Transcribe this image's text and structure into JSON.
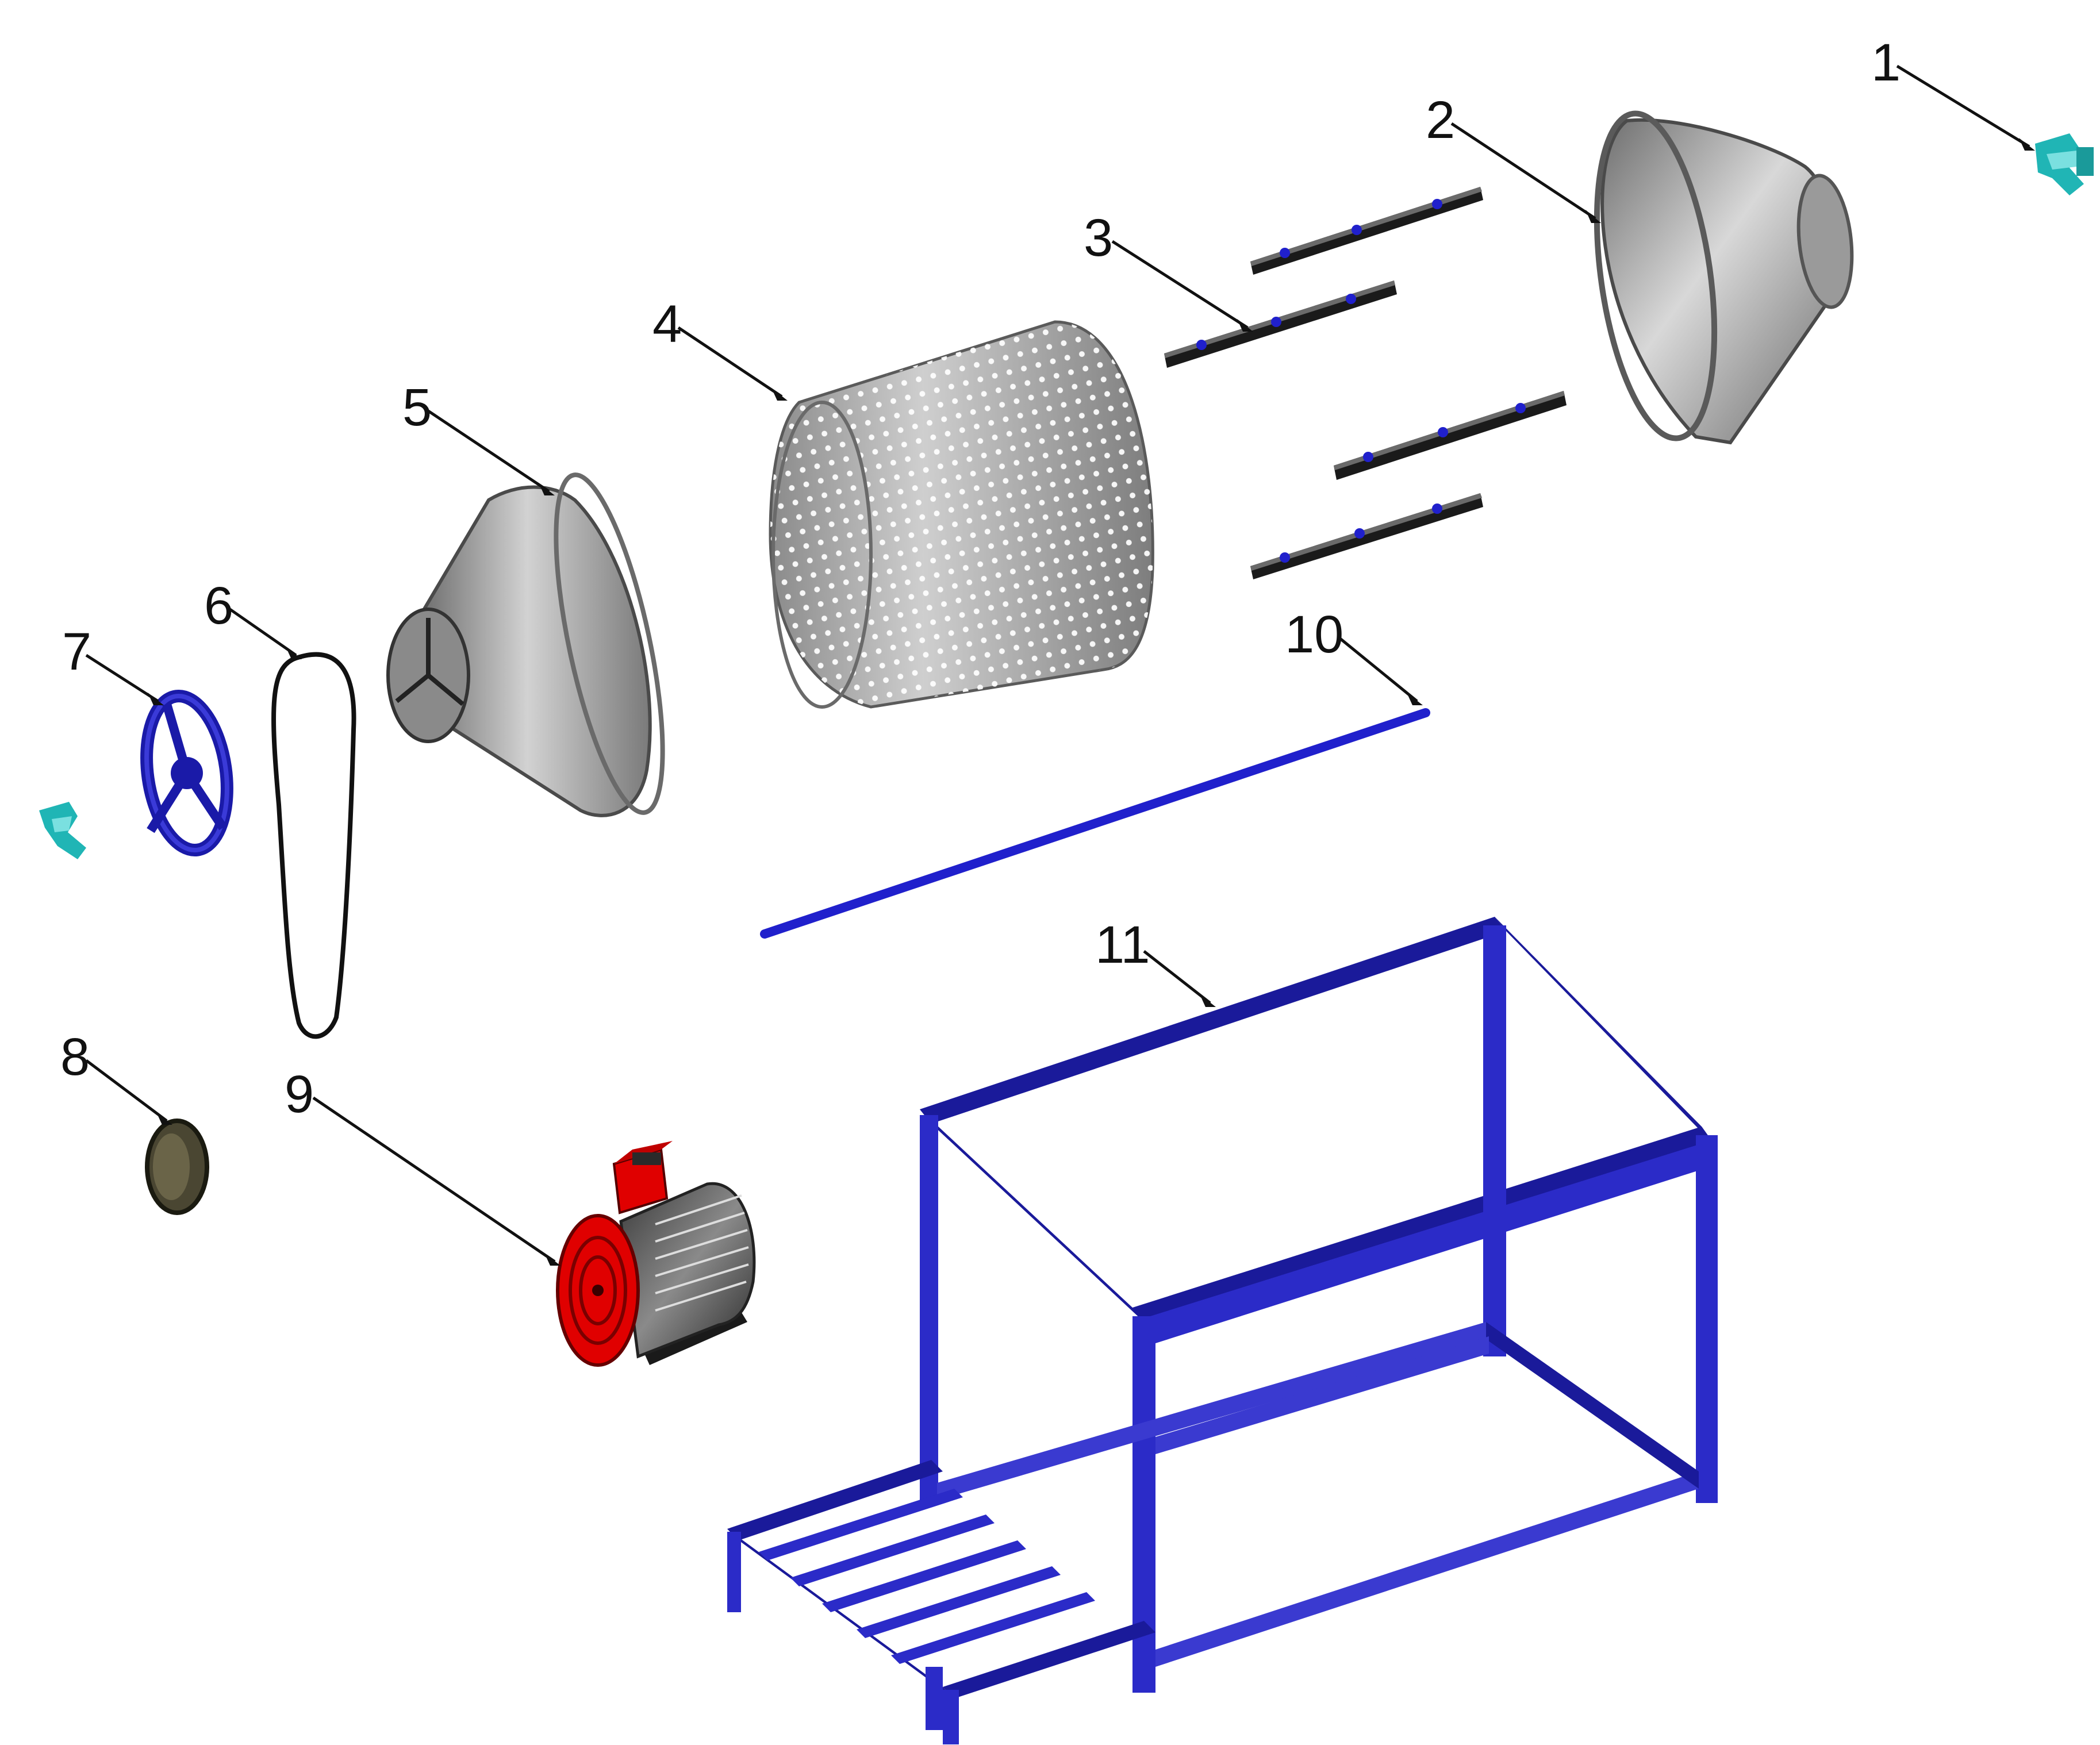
{
  "colors": {
    "frame_blue": "#2b2bc8",
    "frame_dark": "#1a1a9a",
    "metal_gray": "#8c8c8c",
    "motor_red": "#e00000",
    "coupling_teal": "#20b5b5",
    "shaft_blue": "#2020cc"
  },
  "callouts": [
    {
      "label": "1",
      "part": "bearing-coupling-right"
    },
    {
      "label": "2",
      "part": "outlet-cone"
    },
    {
      "label": "3",
      "part": "beater-bars"
    },
    {
      "label": "4",
      "part": "perforated-drum"
    },
    {
      "label": "5",
      "part": "inlet-cone"
    },
    {
      "label": "6",
      "part": "drive-belt"
    },
    {
      "label": "7",
      "part": "driven-pulley"
    },
    {
      "label": "8",
      "part": "motor-pulley"
    },
    {
      "label": "9",
      "part": "electric-motor"
    },
    {
      "label": "10",
      "part": "main-shaft"
    },
    {
      "label": "11",
      "part": "support-frame"
    }
  ]
}
